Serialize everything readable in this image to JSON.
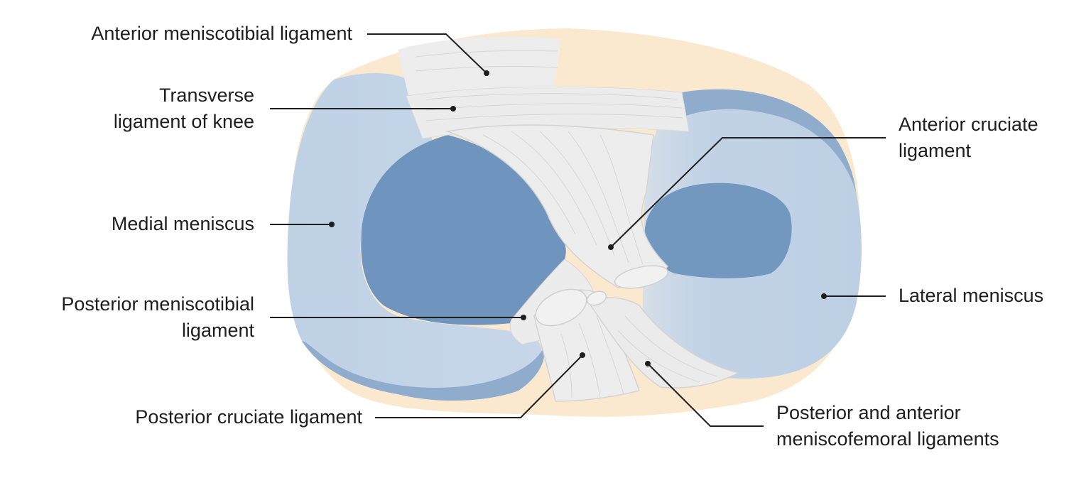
{
  "labels": {
    "anterior_meniscotibial": [
      "Anterior meniscotibial ligament"
    ],
    "transverse": [
      "Transverse",
      "ligament of knee"
    ],
    "medial_meniscus": [
      "Medial meniscus"
    ],
    "posterior_meniscotibial": [
      "Posterior meniscotibial",
      "ligament"
    ],
    "posterior_cruciate": [
      "Posterior cruciate ligament"
    ],
    "anterior_cruciate": [
      "Anterior cruciate",
      "ligament"
    ],
    "lateral_meniscus": [
      "Lateral meniscus"
    ],
    "meniscofemoral": [
      "Posterior and anterior",
      "meniscofemoral ligaments"
    ]
  },
  "colors": {
    "tibia": "#fbe9cf",
    "meniscus": "#c0d2e6",
    "meniscus_dark": "#8faccd",
    "condyle": "#6f94bd",
    "ligament": "#ededed",
    "ligament_line": "#d3d3d3",
    "leader": "#1e1e1e"
  }
}
